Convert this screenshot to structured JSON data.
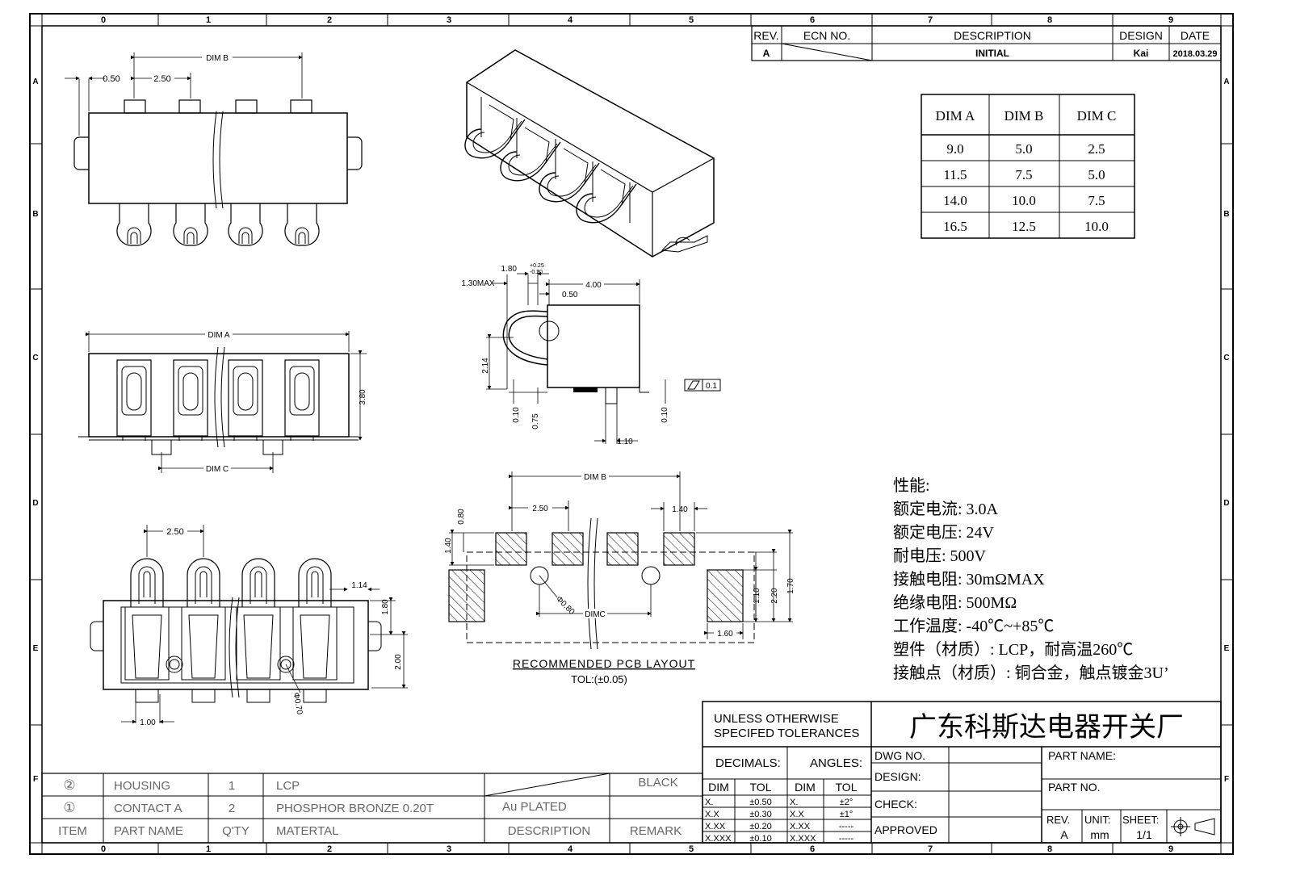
{
  "border": {
    "col_labels": [
      "0",
      "1",
      "2",
      "3",
      "4",
      "5",
      "6",
      "7",
      "8",
      "9"
    ],
    "row_labels": [
      "A",
      "B",
      "C",
      "D",
      "E",
      "F"
    ]
  },
  "revision_table": {
    "headers": [
      "REV.",
      "ECN NO.",
      "DESCRIPTION",
      "DESIGN",
      "DATE"
    ],
    "row": {
      "rev": "A",
      "ecn": "",
      "description": "INITIAL",
      "design": "Kai",
      "date": "2018.03.29"
    }
  },
  "dim_table": {
    "headers": [
      "DIM A",
      "DIM B",
      "DIM C"
    ],
    "rows": [
      [
        "9.0",
        "5.0",
        "2.5"
      ],
      [
        "11.5",
        "7.5",
        "5.0"
      ],
      [
        "14.0",
        "10.0",
        "7.5"
      ],
      [
        "16.5",
        "12.5",
        "10.0"
      ]
    ]
  },
  "views": {
    "top": {
      "dim_b": "DIM B",
      "d_050": "0.50",
      "d_250": "2.50"
    },
    "front": {
      "dim_a": "DIM A",
      "dim_c": "DIM C",
      "d_380": "3.80"
    },
    "bottom": {
      "d_250": "2.50",
      "d_114": "1.14",
      "d_180": "1.80",
      "d_200": "2.00",
      "d_100": "1.00",
      "d_070": "Φ0.70"
    },
    "side": {
      "d_130": "1.30MAX",
      "d_180": "1.80",
      "d_180_tol_up": "+0.25",
      "d_180_tol_dn": "-0.20",
      "d_400": "4.00",
      "d_050": "0.50",
      "d_214": "2.14",
      "d_010a": "0.10",
      "d_075": "0.75",
      "d_010b": "0.10",
      "d_110": "1.10",
      "flatness": "0.1"
    },
    "pcb": {
      "dim_b": "DIM B",
      "dim_c": "DIMC",
      "d_250": "2.50",
      "d_140a": "1.40",
      "d_080": "0.80",
      "d_140b": "1.40",
      "d_phi080": "Φ0.80",
      "d_110": "1.10",
      "d_220": "2.20",
      "d_170": "1.70",
      "d_160": "1.60",
      "title": "RECOMMENDED PCB LAYOUT",
      "tol": "TOL:(±0.05)"
    }
  },
  "specs": [
    "性能:",
    "额定电流: 3.0A",
    "额定电压: 24V",
    "耐电压: 500V",
    "接触电阻: 30mΩMAX",
    "绝缘电阻: 500MΩ",
    "工作温度: -40℃~+85℃",
    "塑件（材质）: LCP，耐高温260℃",
    "接触点（材质）: 铜合金，触点镀金3U’"
  ],
  "title_block": {
    "tolerance_note_1": "UNLESS OTHERWISE",
    "tolerance_note_2": "SPECIFED TOLERANCES",
    "company": "广东科斯达电器开关厂",
    "decimals": "DECIMALS:",
    "angles": "ANGLES:",
    "dim": "DIM",
    "tol": "TOL",
    "decimal_rows": [
      [
        "X.",
        "±0.50"
      ],
      [
        "X.X",
        "±0.30"
      ],
      [
        "X.XX",
        "±0.20"
      ],
      [
        "X.XXX",
        "±0.10"
      ]
    ],
    "angle_rows": [
      [
        "X.",
        "±2°"
      ],
      [
        "X.X",
        "±1°"
      ],
      [
        "X.XX",
        "-----"
      ],
      [
        "X.XXX",
        "-----"
      ]
    ],
    "dwg_no": "DWG NO.",
    "design": "DESIGN:",
    "check": "CHECK:",
    "approved": "APPROVED",
    "part_name": "PART NAME:",
    "part_no": "PART NO.",
    "rev_label": "REV.",
    "rev_value": "A",
    "unit_label": "UNIT:",
    "unit_value": "mm",
    "sheet_label": "SHEET:",
    "sheet_value": "1/1"
  },
  "bom": {
    "rows": [
      {
        "item": "②",
        "name": "HOUSING",
        "qty": "1",
        "material": "LCP",
        "description": "",
        "remark": "BLACK"
      },
      {
        "item": "①",
        "name": "CONTACT A",
        "qty": "2",
        "material": "PHOSPHOR BRONZE 0.20T",
        "description": "Au PLATED",
        "remark": ""
      }
    ],
    "header": {
      "item": "ITEM",
      "name": "PART NAME",
      "qty": "Q'TY",
      "material": "MATERTAL",
      "description": "DESCRIPTION",
      "remark": "REMARK"
    }
  }
}
